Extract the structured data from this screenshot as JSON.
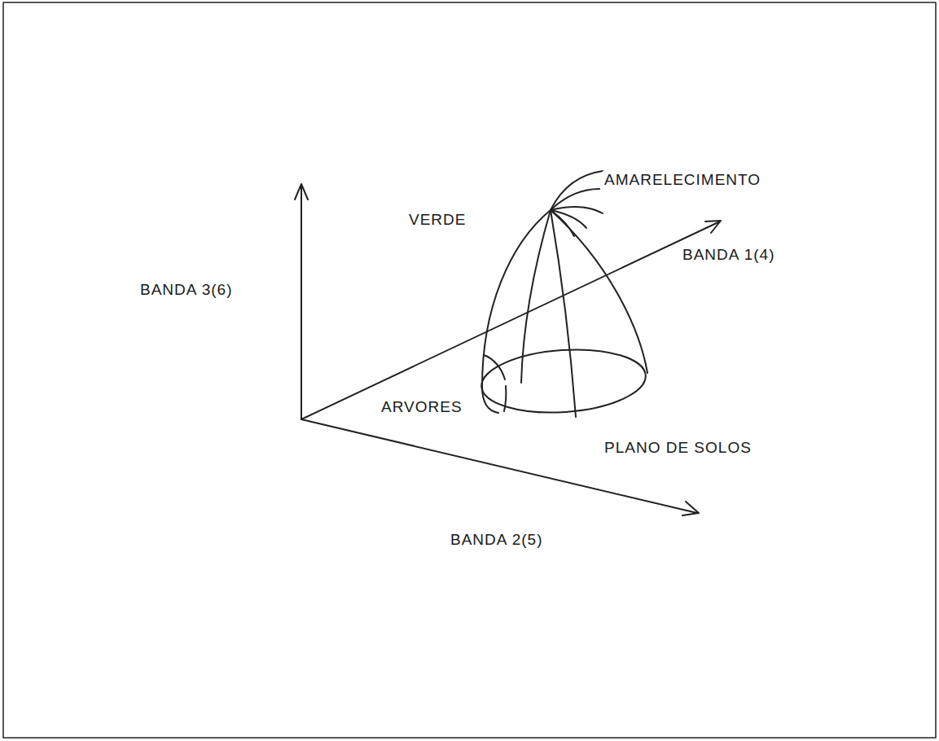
{
  "diagram": {
    "labels": [
      "AMARELECIMENTO",
      "VERDE",
      "BANDA 1(4)",
      "BANDA 3(6)",
      "ARVORES",
      "PLANO DE SOLOS",
      "BANDA 2(5)"
    ]
  }
}
